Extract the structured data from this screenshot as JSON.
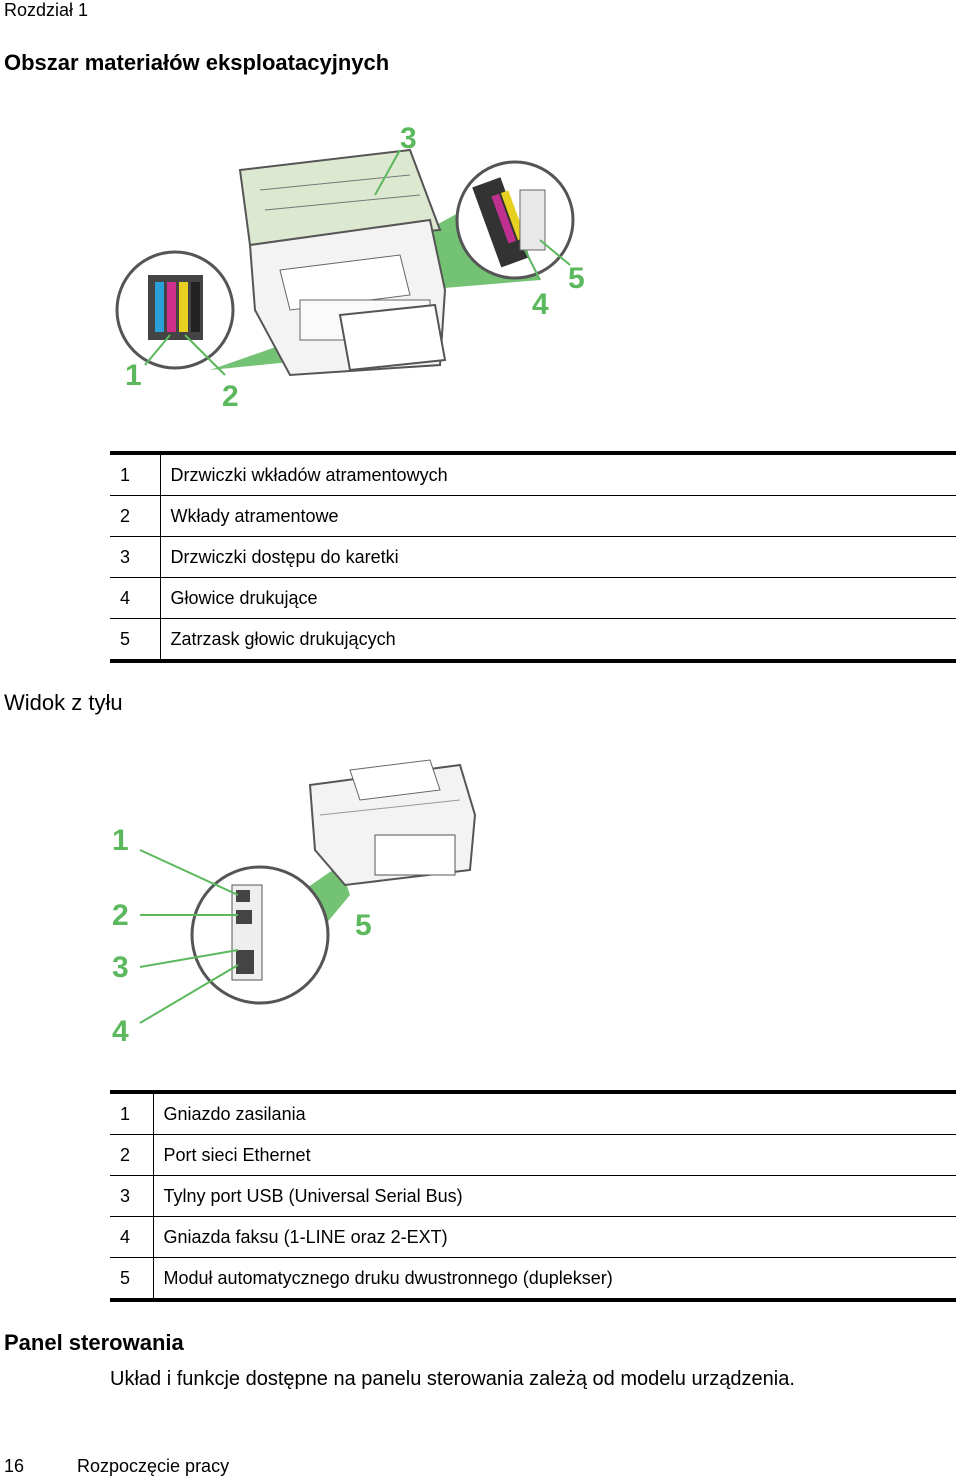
{
  "header": {
    "chapter": "Rozdział 1"
  },
  "section_supplies": {
    "title": "Obszar materiałów eksploatacyjnych",
    "callouts": [
      "1",
      "2",
      "3",
      "4",
      "5"
    ],
    "items": [
      {
        "num": "1",
        "label": "Drzwiczki wkładów atramentowych"
      },
      {
        "num": "2",
        "label": "Wkłady atramentowe"
      },
      {
        "num": "3",
        "label": "Drzwiczki dostępu do karetki"
      },
      {
        "num": "4",
        "label": "Głowice drukujące"
      },
      {
        "num": "5",
        "label": "Zatrzask głowic drukujących"
      }
    ]
  },
  "section_rear": {
    "title": "Widok z tyłu",
    "callouts": [
      "1",
      "2",
      "3",
      "4",
      "5"
    ],
    "items": [
      {
        "num": "1",
        "label": "Gniazdo zasilania"
      },
      {
        "num": "2",
        "label": "Port sieci Ethernet"
      },
      {
        "num": "3",
        "label": "Tylny port USB (Universal Serial Bus)"
      },
      {
        "num": "4",
        "label": "Gniazda faksu (1-LINE oraz 2-EXT)"
      },
      {
        "num": "5",
        "label": "Moduł automatycznego druku dwustronnego (duplekser)"
      }
    ]
  },
  "section_panel": {
    "title": "Panel sterowania",
    "text": "Układ i funkcje dostępne na panelu sterowania zależą od modelu urządzenia."
  },
  "footer": {
    "page_number": "16",
    "section": "Rozpoczęcie pracy"
  },
  "colors": {
    "callout_green": "#5cb85c",
    "printer_gray": "#555555"
  }
}
